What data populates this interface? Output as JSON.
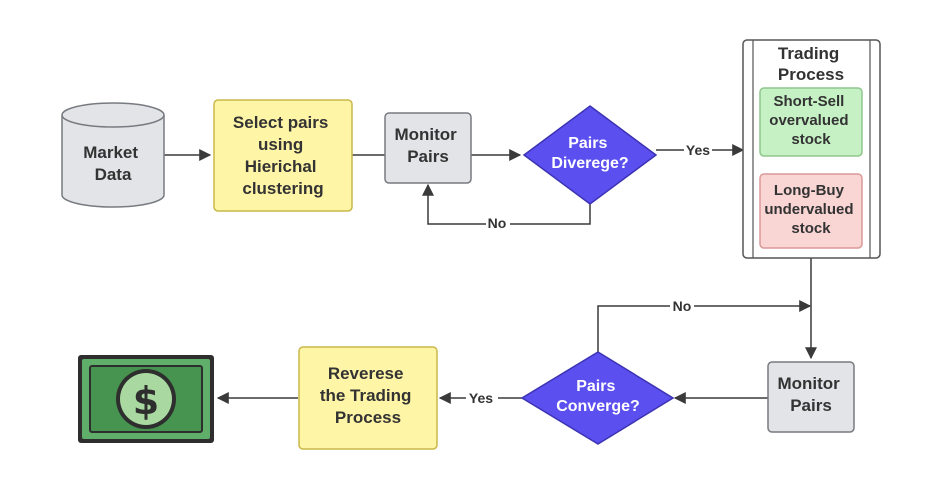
{
  "nodes": {
    "market_data": [
      "Market",
      "Data"
    ],
    "select_pairs": [
      "Select pairs",
      "using",
      "Hierichal",
      "clustering"
    ],
    "monitor_pairs_top": [
      "Monitor",
      "Pairs"
    ],
    "pairs_diverge": [
      "Pairs",
      "Diverege?"
    ],
    "trading_process": {
      "title": [
        "Trading",
        "Process"
      ],
      "short_sell": [
        "Short-Sell",
        "overvalued",
        "stock"
      ],
      "long_buy": [
        "Long-Buy",
        "undervalued",
        "stock"
      ]
    },
    "monitor_pairs_bottom": [
      "Monitor",
      "Pairs"
    ],
    "pairs_converge": [
      "Pairs",
      "Converge?"
    ],
    "reverse_process": [
      "Reverese",
      "the Trading",
      "Process"
    ],
    "money": {
      "symbol": "$",
      "icon": "banknote-icon"
    }
  },
  "edges": {
    "diverge_yes": "Yes",
    "diverge_no": "No",
    "converge_no": "No",
    "converge_yes": "Yes"
  },
  "colors": {
    "yellow": "#fff5a6",
    "yellow_stroke": "#c9b84a",
    "gray": "#e3e4e8",
    "gray_stroke": "#777a80",
    "purple": "#5b4ff0",
    "green": "#c6f1c4",
    "green_stroke": "#8fc68c",
    "pink": "#f9d5d4",
    "pink_stroke": "#d99a98"
  }
}
